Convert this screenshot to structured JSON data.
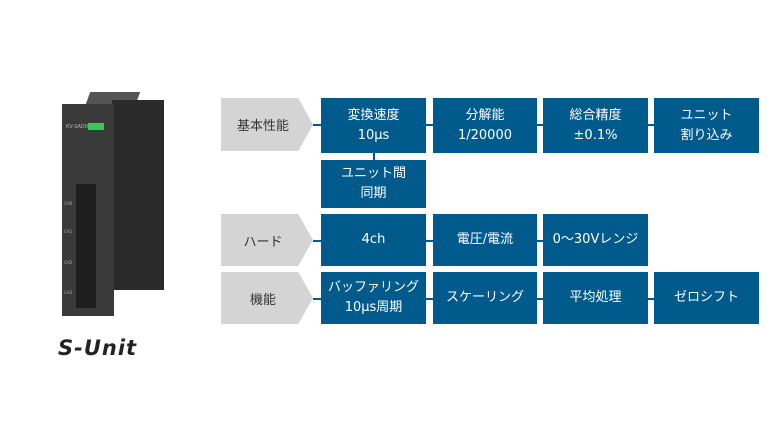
{
  "product": {
    "model_label": "KV-SAD04",
    "logo": "S-Unit",
    "channels": [
      "CH0",
      "CH1",
      "CH2",
      "CH3"
    ]
  },
  "colors": {
    "box": "#015a8c",
    "category": "#d4d4d4"
  },
  "rows": [
    {
      "category": "基本性能",
      "items": [
        "変換速度\n10µs",
        "分解能\n1/20000",
        "総合精度\n±0.1%",
        "ユニット\n割り込み"
      ],
      "sub_item": "ユニット間\n同期"
    },
    {
      "category": "ハード",
      "items": [
        "4ch",
        "電圧/電流",
        "0～30Vレンジ"
      ]
    },
    {
      "category": "機能",
      "items": [
        "バッファリング\n10µs周期",
        "スケーリング",
        "平均処理",
        "ゼロシフト"
      ]
    }
  ]
}
